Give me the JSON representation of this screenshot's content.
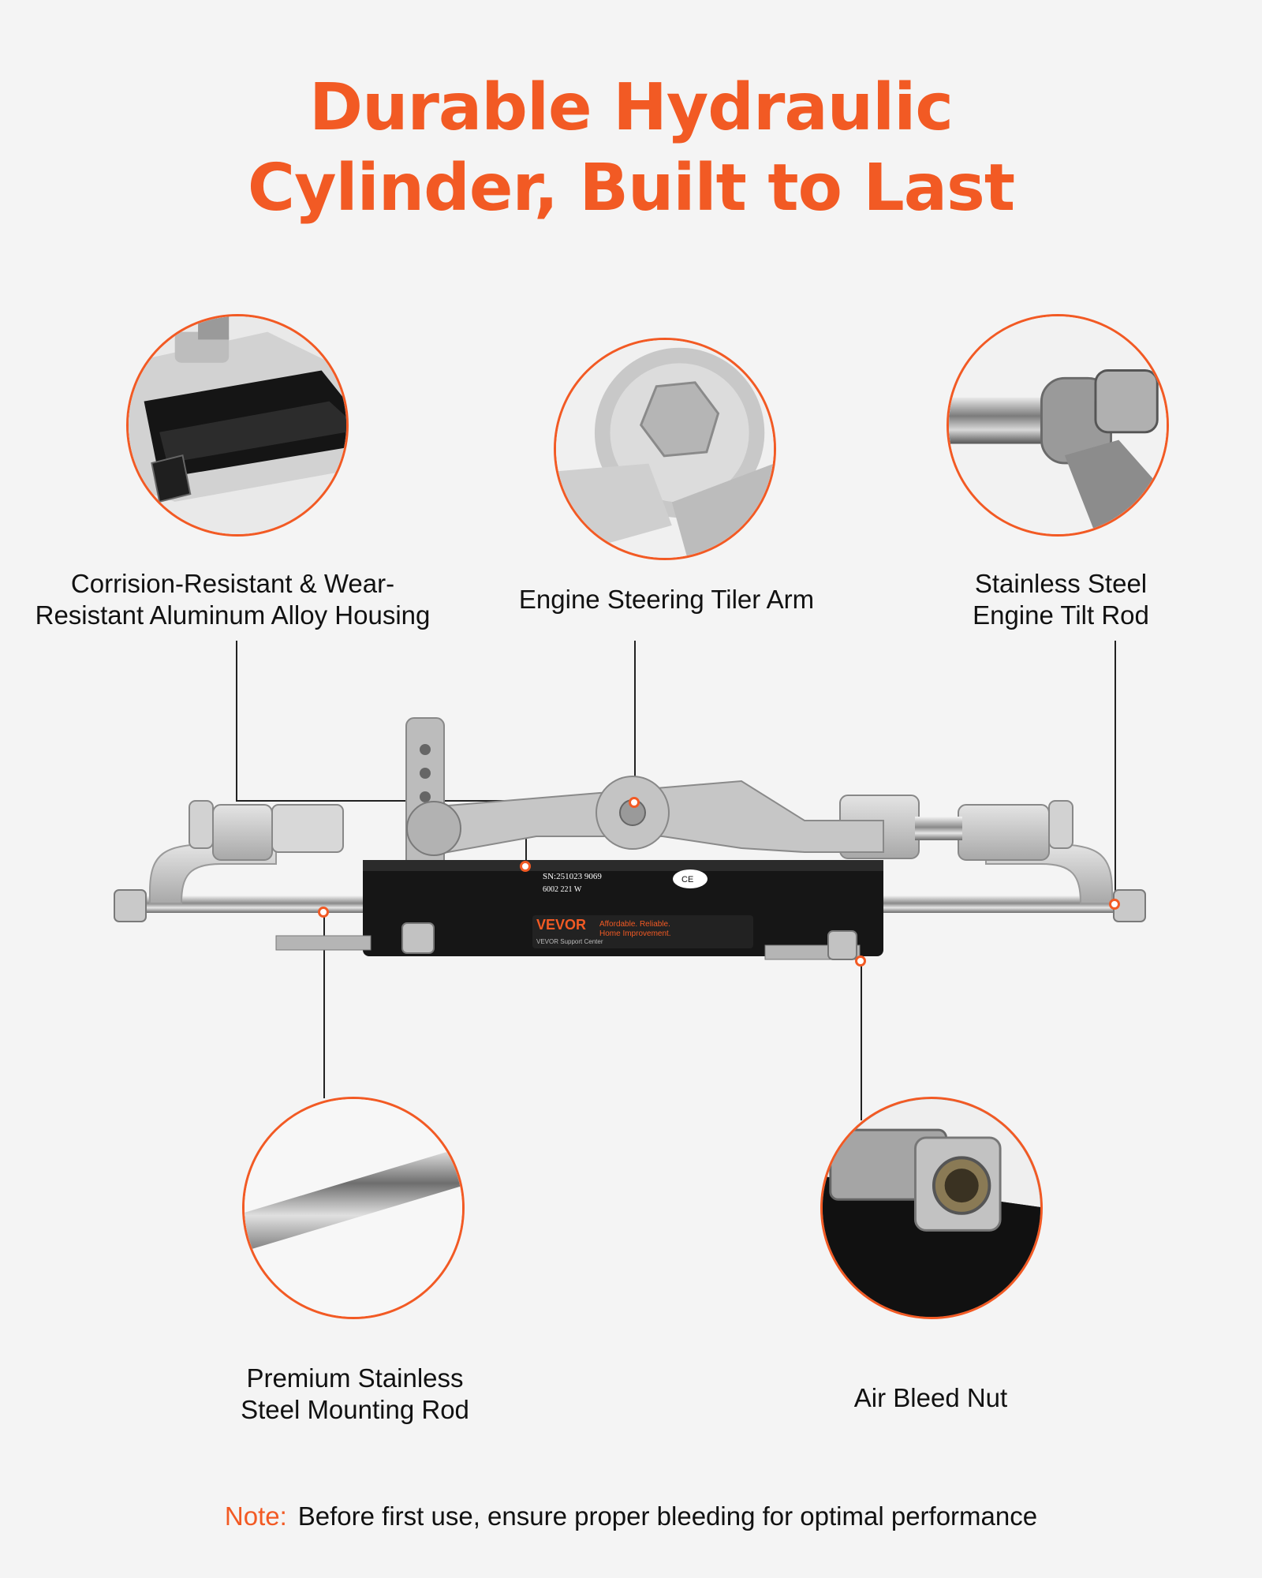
{
  "headline": {
    "line1": "Durable Hydraulic",
    "line2": "Cylinder, Built to Last"
  },
  "callouts": {
    "housing": {
      "line1": "Corrision-Resistant & Wear-",
      "line2": "Resistant Aluminum Alloy Housing"
    },
    "tiller_arm": {
      "line1": "Engine Steering Tiler Arm"
    },
    "tilt_rod": {
      "line1": "Stainless Steel",
      "line2": "Engine Tilt Rod"
    },
    "mounting_rod": {
      "line1": "Premium Stainless",
      "line2": "Steel Mounting Rod"
    },
    "bleed_nut": {
      "line1": "Air Bleed Nut"
    }
  },
  "product_labels": {
    "brand": "VEVOR",
    "tagline1": "Affordable. Reliable.",
    "tagline2": "Home Improvement.",
    "support": "VEVOR Support Center",
    "serial": "SN:251023 9069",
    "code": "6002   221   W",
    "ce": "CE"
  },
  "note": {
    "label": "Note:",
    "text": "Before first use, ensure proper bleeding for optimal performance"
  },
  "colors": {
    "accent": "#f25a24",
    "background": "#f4f4f4",
    "text": "#111111"
  }
}
